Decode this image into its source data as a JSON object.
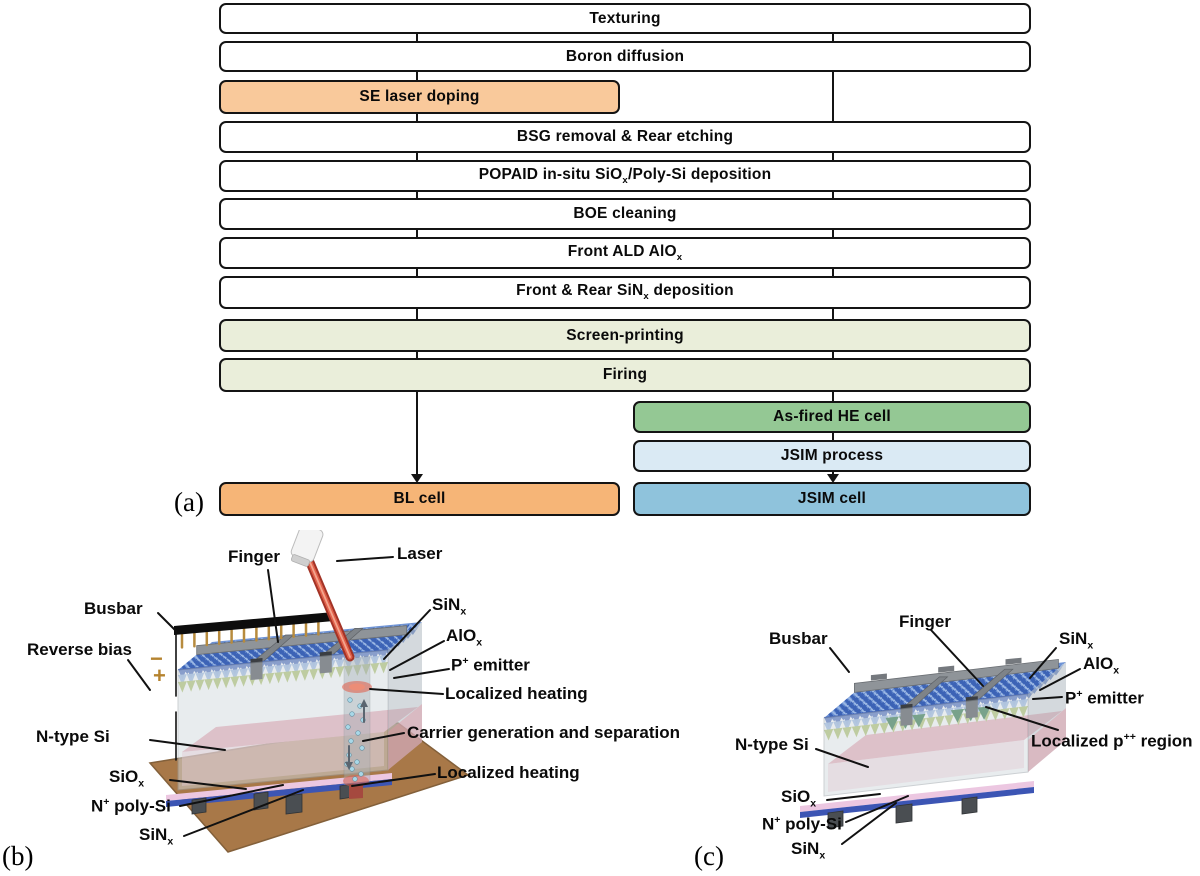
{
  "panels": {
    "a_tag": "(a)",
    "b_tag": "(b)",
    "c_tag": "(c)"
  },
  "flowchart": {
    "boxes": [
      {
        "id": "texturing",
        "label": [
          {
            "t": "Texturing"
          }
        ]
      },
      {
        "id": "boron-diffusion",
        "label": [
          {
            "t": "Boron diffusion"
          }
        ]
      },
      {
        "id": "se-laser-doping",
        "label": [
          {
            "t": "SE laser doping"
          }
        ]
      },
      {
        "id": "bsg-removal",
        "label": [
          {
            "t": "BSG removal & Rear etching"
          }
        ]
      },
      {
        "id": "popaid",
        "label": [
          {
            "t": "POPAID in-situ SiO"
          },
          {
            "t": "x",
            "s": "sub"
          },
          {
            "t": "/Poly-Si deposition"
          }
        ]
      },
      {
        "id": "boe-cleaning",
        "label": [
          {
            "t": "BOE cleaning"
          }
        ]
      },
      {
        "id": "front-ald-alox",
        "label": [
          {
            "t": "Front ALD AlO"
          },
          {
            "t": "x",
            "s": "sub"
          }
        ]
      },
      {
        "id": "front-rear-sinx",
        "label": [
          {
            "t": "Front & Rear SiN"
          },
          {
            "t": "x",
            "s": "sub"
          },
          {
            "t": " deposition"
          }
        ]
      },
      {
        "id": "screen-printing",
        "label": [
          {
            "t": "Screen-printing"
          }
        ]
      },
      {
        "id": "firing",
        "label": [
          {
            "t": "Firing"
          }
        ]
      },
      {
        "id": "as-fired-he-cell",
        "label": [
          {
            "t": "As-fired HE cell"
          }
        ]
      },
      {
        "id": "jsim-process",
        "label": [
          {
            "t": "JSIM process"
          }
        ]
      },
      {
        "id": "bl-cell",
        "label": [
          {
            "t": "BL cell"
          }
        ]
      },
      {
        "id": "jsim-cell",
        "label": [
          {
            "t": "JSIM cell"
          }
        ]
      }
    ]
  },
  "panel_b": {
    "labels": {
      "finger": [
        {
          "t": "Finger"
        }
      ],
      "laser": [
        {
          "t": "Laser"
        }
      ],
      "busbar": [
        {
          "t": "Busbar"
        }
      ],
      "reverse_bias": [
        {
          "t": "Reverse bias"
        }
      ],
      "minus": [
        {
          "t": "−"
        }
      ],
      "plus": [
        {
          "t": "+"
        }
      ],
      "n_type_si": [
        {
          "t": "N-type Si"
        }
      ],
      "siox": [
        {
          "t": "SiO"
        },
        {
          "t": "x",
          "s": "sub"
        }
      ],
      "n_poly_si": [
        {
          "t": "N"
        },
        {
          "t": "+",
          "s": "sup"
        },
        {
          "t": " poly-Si"
        }
      ],
      "sinx_bottom": [
        {
          "t": "SiN"
        },
        {
          "t": "x",
          "s": "sub"
        }
      ],
      "sinx_top": [
        {
          "t": "SiN"
        },
        {
          "t": "x",
          "s": "sub"
        }
      ],
      "alox": [
        {
          "t": "AlO"
        },
        {
          "t": "x",
          "s": "sub"
        }
      ],
      "p_emitter": [
        {
          "t": "P"
        },
        {
          "t": "+",
          "s": "sup"
        },
        {
          "t": " emitter"
        }
      ],
      "localized_heating_top": [
        {
          "t": "Localized heating"
        }
      ],
      "carrier": [
        {
          "t": "Carrier generation and separation"
        }
      ],
      "localized_heating_bottom": [
        {
          "t": "Localized heating"
        }
      ]
    }
  },
  "panel_c": {
    "labels": {
      "busbar": [
        {
          "t": "Busbar"
        }
      ],
      "finger": [
        {
          "t": "Finger"
        }
      ],
      "sinx_top": [
        {
          "t": "SiN"
        },
        {
          "t": "x",
          "s": "sub"
        }
      ],
      "alox": [
        {
          "t": "AlO"
        },
        {
          "t": "x",
          "s": "sub"
        }
      ],
      "p_emitter": [
        {
          "t": "P"
        },
        {
          "t": "+",
          "s": "sup"
        },
        {
          "t": " emitter"
        }
      ],
      "localized_p_region": [
        {
          "t": "Localized p"
        },
        {
          "t": "++",
          "s": "sup"
        },
        {
          "t": " region"
        }
      ],
      "n_type_si": [
        {
          "t": "N-type Si"
        }
      ],
      "siox": [
        {
          "t": "SiO"
        },
        {
          "t": "x",
          "s": "sub"
        }
      ],
      "n_poly_si": [
        {
          "t": "N"
        },
        {
          "t": "+",
          "s": "sup"
        },
        {
          "t": " poly-Si"
        }
      ],
      "sinx_bottom": [
        {
          "t": "SiN"
        },
        {
          "t": "x",
          "s": "sub"
        }
      ]
    }
  },
  "colors": {
    "flow_orange": "#f6b577",
    "flow_orange_light": "#f9c99b",
    "flow_pale_green": "#eaeeda",
    "flow_green": "#94c894",
    "flow_blue_light": "#daeaf4",
    "flow_blue": "#8fc3dc",
    "box_border": "#141414",
    "bias_terminal": "#b5832f",
    "laser_beam": "#c8503c",
    "base_plate": "#a87848",
    "texture_blue": "#3f62b8",
    "texture_blue_light": "#8fb0de",
    "emitter_green": "#a9bf63",
    "localized_p_green": "#1d6b36",
    "rear_sinx_blue": "#3c55b4",
    "rear_siox_pink": "#ecc7e1",
    "wafer_pink": "#e9a8b4",
    "contact_gray": "#8f9499"
  }
}
